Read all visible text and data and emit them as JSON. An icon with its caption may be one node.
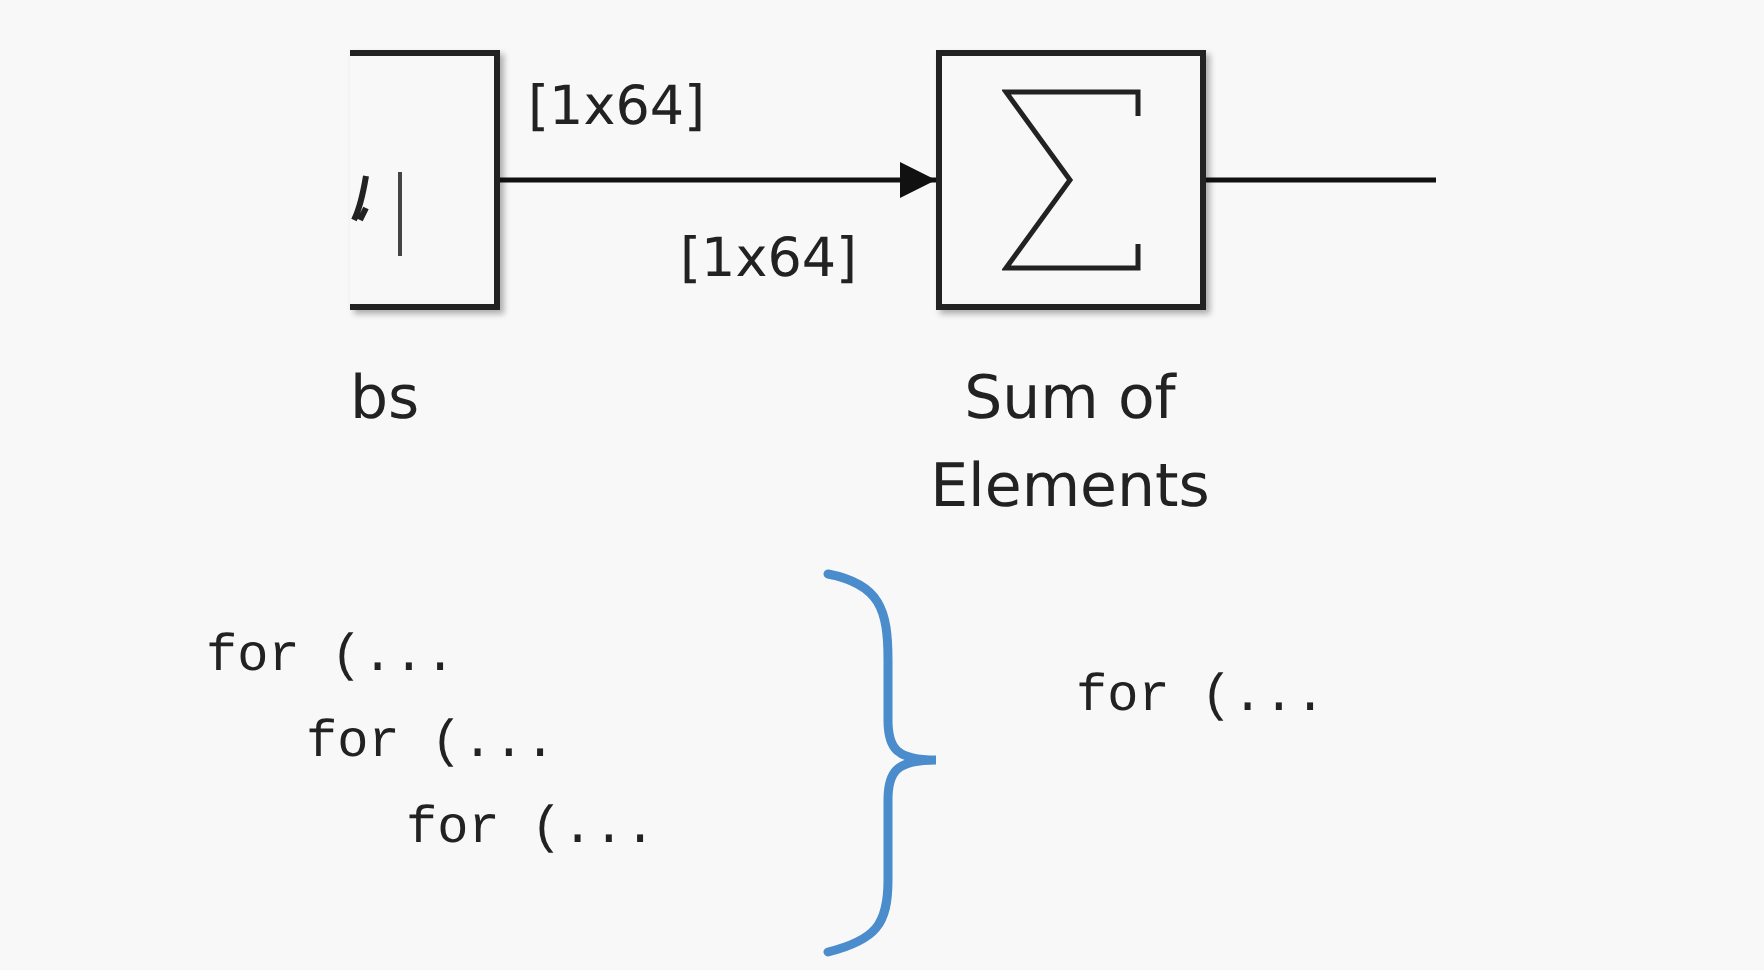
{
  "diagram": {
    "nodes": [
      {
        "text": [],
        "shape": "box",
        "beside": [
          "bs"
        ]
      },
      {
        "text": [],
        "shape": "box",
        "beside": [
          "Sum of Elements"
        ]
      }
    ],
    "edges": [
      {
        "from": 0,
        "to": 1,
        "arrow": "to",
        "label": "[1x64]"
      },
      {
        "from": 1,
        "to": null,
        "arrow": "none"
      }
    ],
    "labels": [
      "[1x64]",
      "for (...",
      "for (...",
      "for (...",
      "for (..."
    ]
  }
}
